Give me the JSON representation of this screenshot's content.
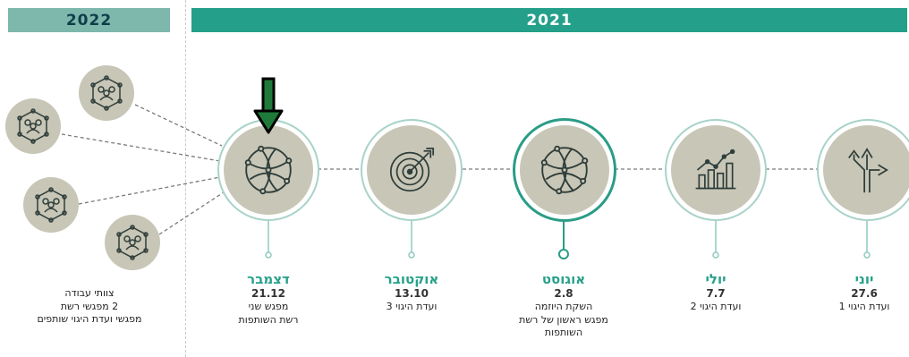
{
  "years": {
    "left": "2022",
    "right": "2021"
  },
  "milestones": [
    {
      "month": "דצמבר",
      "date": "21.12",
      "lines": [
        "מפגש שני",
        "רשת השותפות"
      ],
      "icon": "globe-network-icon"
    },
    {
      "month": "אוקטובר",
      "date": "13.10",
      "lines": [
        "ועדת היגוי 3"
      ],
      "icon": "target-icon"
    },
    {
      "month": "אוגוסט",
      "date": "2.8",
      "lines": [
        "השקת היוזמה",
        "מפגש ראשון של רשת",
        "השותפות"
      ],
      "icon": "globe-network-icon"
    },
    {
      "month": "יולי",
      "date": "7.7",
      "lines": [
        "ועדת היגוי 2"
      ],
      "icon": "bar-chart-icon"
    },
    {
      "month": "יוני",
      "date": "27.6",
      "lines": [
        "ועדת היגוי 1"
      ],
      "icon": "split-arrows-icon"
    }
  ],
  "plan_2022": {
    "lines": [
      "צוותי עבודה",
      "2 מפגשי רשת",
      "מפגשי ועדת היגוי שותפים"
    ],
    "icon": "team-network-icon"
  },
  "colors": {
    "accent": "#24a08a",
    "accent_light": "#7eb7ac",
    "disc": "#c8c6b6",
    "ring": "#a8d3c9",
    "arrow": "#1f7a3a"
  }
}
